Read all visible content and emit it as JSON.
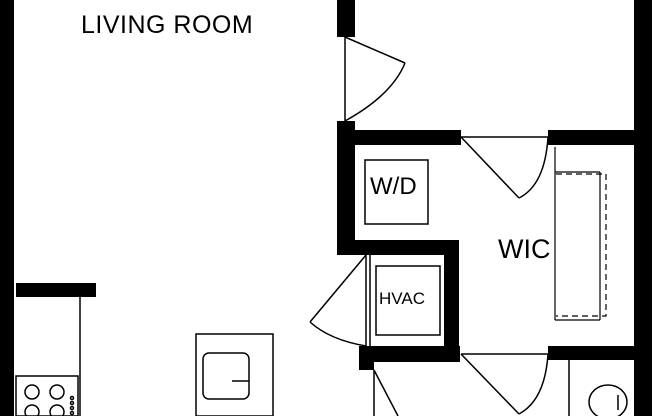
{
  "rooms": {
    "living": "LIVING ROOM",
    "washer_dryer": "W/D",
    "closet": "WIC",
    "hvac": "HVAC"
  },
  "colors": {
    "wall": "#000000",
    "background": "#ffffff"
  }
}
